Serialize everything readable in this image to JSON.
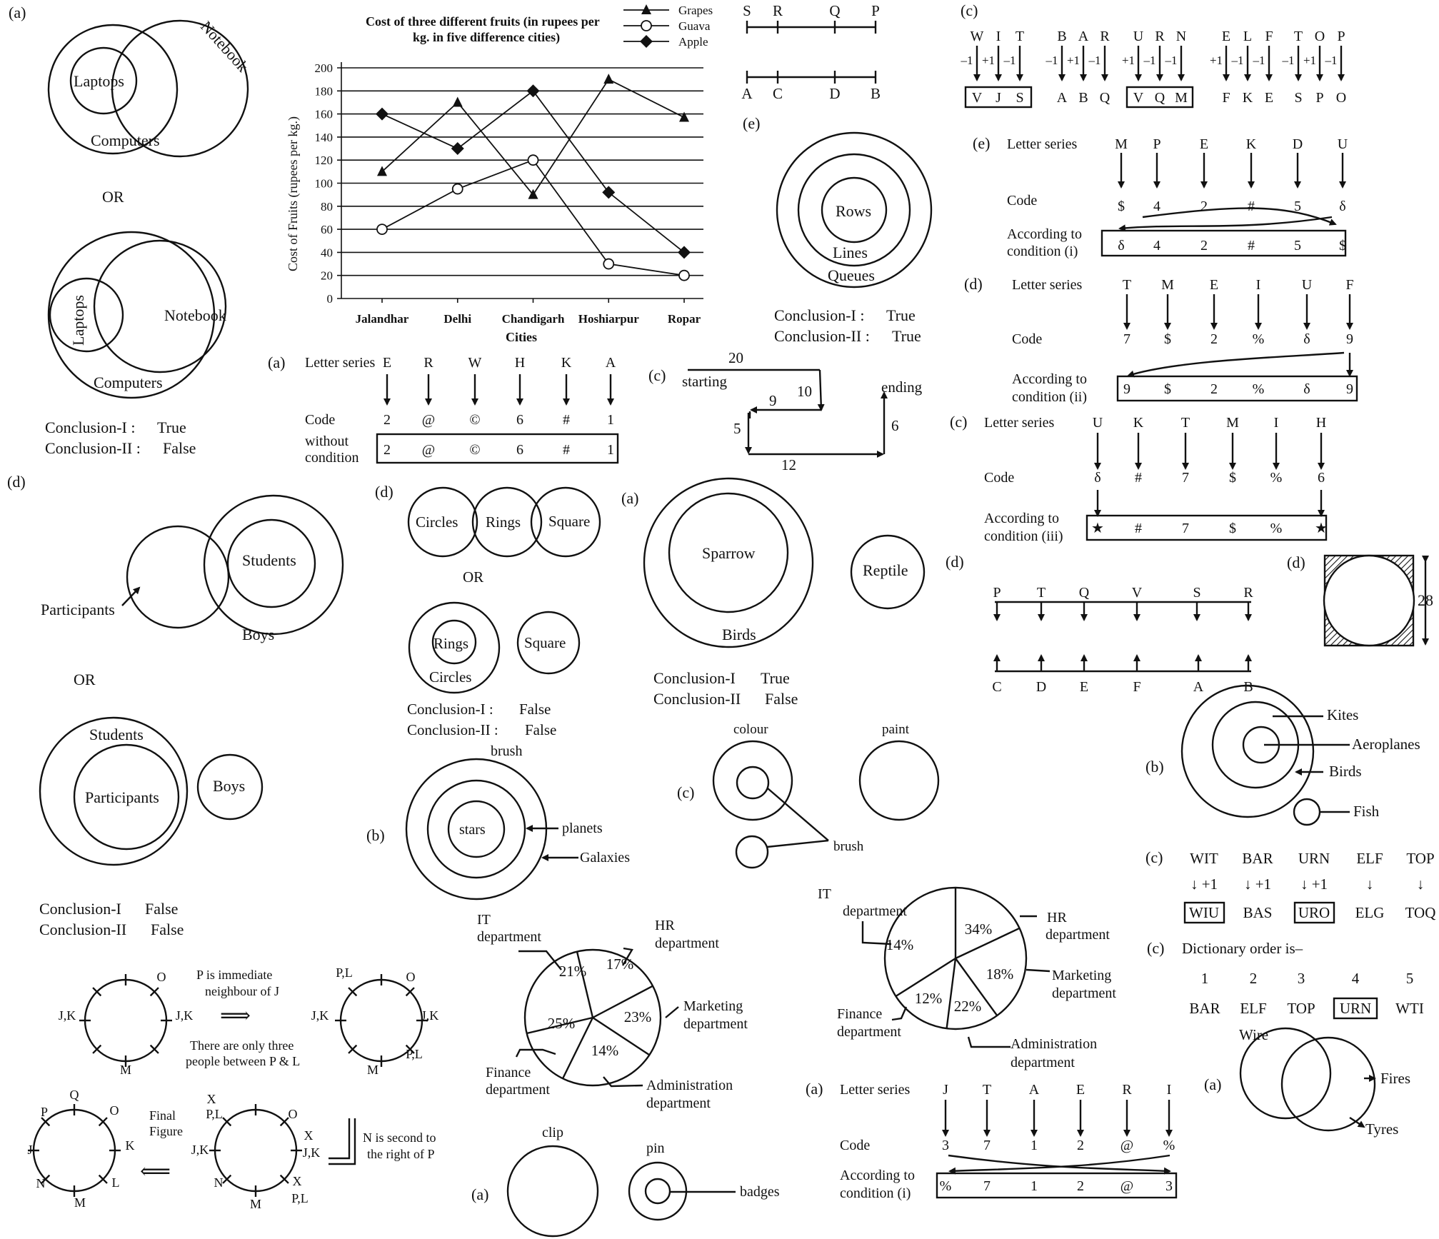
{
  "venn_a": {
    "label": "(a)",
    "notebook": "Notebook",
    "laptops": "Laptops",
    "computers": "Computers",
    "or": "OR",
    "notebook2": "Notebook",
    "laptops2": "Laptops",
    "computers2": "Computers",
    "c1": "Conclusion-I :",
    "c1v": "True",
    "c2": "Conclusion-II :",
    "c2v": "False"
  },
  "chart_title1": "Cost of three different fruits (in rupees per",
  "chart_title2": "kg. in five difference cities)",
  "chart_data": {
    "type": "line",
    "title": "Cost of three different fruits (in rupees per kg. in five difference cities)",
    "xlabel": "Cities",
    "ylabel": "Cost of Fruits (rupees per kg.)",
    "ylim": [
      0,
      200
    ],
    "yticks": [
      "0",
      "20",
      "40",
      "60",
      "80",
      "100",
      "120",
      "140",
      "160",
      "180",
      "200"
    ],
    "categories": [
      "Jalandhar",
      "Delhi",
      "Chandigarh",
      "Hoshiarpur",
      "Ropar"
    ],
    "series": [
      {
        "name": "Grapes",
        "marker": "triangle",
        "values": [
          110,
          170,
          90,
          190,
          157
        ]
      },
      {
        "name": "Guava",
        "marker": "circle",
        "values": [
          60,
          95,
          120,
          30,
          20
        ]
      },
      {
        "name": "Apple",
        "marker": "diamond",
        "values": [
          160,
          130,
          180,
          92,
          40
        ]
      }
    ]
  },
  "srqp": {
    "top": [
      "S",
      "R",
      "Q",
      "P"
    ],
    "bottom": [
      "A",
      "C",
      "D",
      "B"
    ],
    "e": "(e)"
  },
  "rows": {
    "rows": "Rows",
    "lines": "Lines",
    "queues": "Queues",
    "c1": "Conclusion-I :",
    "c1v": "True",
    "c2": "Conclusion-II :",
    "c2v": "True"
  },
  "codeA": {
    "label": "(a)",
    "series": "Letter series",
    "letters": [
      "E",
      "R",
      "W",
      "H",
      "K",
      "A"
    ],
    "code": "Code",
    "codes": [
      "2",
      "@",
      "©",
      "6",
      "#",
      "1"
    ],
    "without1": "without",
    "without2": "condition",
    "result": [
      "2",
      "@",
      "©",
      "6",
      "#",
      "1"
    ]
  },
  "path": {
    "label": "(c)",
    "n20": "20",
    "starting": "starting",
    "n10": "10",
    "ending": "ending",
    "n9": "9",
    "n5": "5",
    "n6": "6",
    "n12": "12"
  },
  "codeC": {
    "label": "(c)",
    "groups": [
      {
        "letters": [
          "W",
          "I",
          "T"
        ],
        "ops": [
          "–1",
          "+1",
          "–1"
        ],
        "res": [
          "V",
          "J",
          "S"
        ],
        "boxed": true
      },
      {
        "letters": [
          "B",
          "A",
          "R"
        ],
        "ops": [
          "–1",
          "+1",
          "–1"
        ],
        "res": [
          "A",
          "B",
          "Q"
        ],
        "boxed": false
      },
      {
        "letters": [
          "U",
          "R",
          "N"
        ],
        "ops": [
          "+1",
          "–1",
          "–1"
        ],
        "res": [
          "V",
          "Q",
          "M"
        ],
        "boxed": true
      },
      {
        "letters": [
          "E",
          "L",
          "F"
        ],
        "ops": [
          "+1",
          "–1",
          "–1"
        ],
        "res": [
          "F",
          "K",
          "E"
        ],
        "boxed": false
      },
      {
        "letters": [
          "T",
          "O",
          "P"
        ],
        "ops": [
          "–1",
          "+1",
          "–1"
        ],
        "res": [
          "S",
          "P",
          "O"
        ],
        "boxed": false
      }
    ]
  },
  "codeE": {
    "label": "(e)",
    "series": "Letter series",
    "letters": [
      "M",
      "P",
      "E",
      "K",
      "D",
      "U"
    ],
    "code": "Code",
    "codes": [
      "$",
      "4",
      "2",
      "#",
      "5",
      "δ"
    ],
    "acc1": "According to",
    "acc2": "condition (i)",
    "result": [
      "δ",
      "4",
      "2",
      "#",
      "5",
      "$"
    ]
  },
  "codeD": {
    "label": "(d)",
    "series": "Letter series",
    "letters": [
      "T",
      "M",
      "E",
      "I",
      "U",
      "F"
    ],
    "code": "Code",
    "codes": [
      "7",
      "$",
      "2",
      "%",
      "δ",
      "9"
    ],
    "acc1": "According to",
    "acc2": "condition (ii)",
    "result": [
      "9",
      "$",
      "2",
      "%",
      "δ",
      "9"
    ]
  },
  "codeC3": {
    "label": "(c)",
    "series": "Letter series",
    "letters": [
      "U",
      "K",
      "T",
      "M",
      "I",
      "H"
    ],
    "code": "Code",
    "codes": [
      "δ",
      "#",
      "7",
      "$",
      "%",
      "6"
    ],
    "acc1": "According to",
    "acc2": "condition (iii)",
    "result": [
      "★",
      "#",
      "7",
      "$",
      "%",
      "★"
    ]
  },
  "venn_d": {
    "label": "(d)",
    "students": "Students",
    "participants": "Participants",
    "boys": "Boys",
    "or": "OR",
    "students2": "Students",
    "participants2": "Participants",
    "boys2": "Boys",
    "c1": "Conclusion-I",
    "c1v": "False",
    "c2": "Conclusion-II",
    "c2v": "False"
  },
  "circles": {
    "label": "(d)",
    "circles": "Circles",
    "rings": "Rings",
    "square": "Square",
    "or": "OR",
    "rings2": "Rings",
    "circles2": "Circles",
    "square2": "Square",
    "c1": "Conclusion-I :",
    "c1v": "False",
    "c2": "Conclusion-II :",
    "c2v": "False"
  },
  "birds": {
    "label": "(a)",
    "sparrow": "Sparrow",
    "birds": "Birds",
    "reptile": "Reptile",
    "c1": "Conclusion-I",
    "c1v": "True",
    "c2": "Conclusion-II",
    "c2v": "False"
  },
  "ptq": {
    "label": "(d)",
    "top": [
      "P",
      "T",
      "Q",
      "V",
      "S",
      "R"
    ],
    "bottom": [
      "C",
      "D",
      "E",
      "F",
      "A",
      "B"
    ]
  },
  "sq": {
    "label": "(d)",
    "n": "28"
  },
  "kites": {
    "label": "(b)",
    "kites": "Kites",
    "aero": "Aeroplanes",
    "birds": "Birds",
    "fish": "Fish"
  },
  "brush": {
    "label": "(b)",
    "brush": "brush",
    "stars": "stars",
    "planets": "planets",
    "galaxies": "Galaxies"
  },
  "colour": {
    "label": "(c)",
    "colour": "colour",
    "paint": "paint",
    "brush": "brush"
  },
  "pie1": {
    "it1": "IT",
    "it2": "department",
    "hr1": "HR",
    "hr2": "department",
    "mk1": "Marketing",
    "mk2": "department",
    "fi1": "Finance",
    "fi2": "department",
    "ad1": "Administration",
    "ad2": "department",
    "p": [
      "21%",
      "17%",
      "23%",
      "14%",
      "25%"
    ]
  },
  "pie2": {
    "it1": "IT",
    "it2": "department",
    "hr1": "HR",
    "hr2": "department",
    "mk1": "Marketing",
    "mk2": "department",
    "fi1": "Finance",
    "fi2": "department",
    "ad1": "Administration",
    "ad2": "department",
    "p": [
      "34%",
      "18%",
      "22%",
      "12%",
      "14%"
    ]
  },
  "wit": {
    "label": "(c)",
    "words": [
      "WIT",
      "BAR",
      "URN",
      "ELF",
      "TOP"
    ],
    "ops": [
      "↓ +1",
      "↓ +1",
      "↓ +1",
      "↓",
      "↓"
    ],
    "res": [
      "WIU",
      "BAS",
      "URO",
      "ELG",
      "TOQ"
    ]
  },
  "dict": {
    "label": "(c)",
    "title": "Dictionary order is–",
    "nums": [
      "1",
      "2",
      "3",
      "4",
      "5"
    ],
    "words": [
      "BAR",
      "ELF",
      "TOP",
      "URN",
      "WTI"
    ]
  },
  "wire": {
    "label": "(a)",
    "wire": "Wire",
    "fires": "Fires",
    "tyres": "Tyres"
  },
  "seat": {
    "s1": [
      "O",
      "J,K",
      "J,K",
      "M"
    ],
    "arrow1a": "P is immediate",
    "arrow1b": "neighbour of J",
    "arrow2a": "There are only three",
    "arrow2b": "people between P & L",
    "s2": [
      "P,L",
      "O",
      "J,K",
      "J,K",
      "M",
      "P,L"
    ],
    "n1": "N is second to",
    "n2": "the right of P",
    "s3": [
      "X",
      "P,L",
      "O",
      "X",
      "J,K",
      "J,K",
      "N",
      "M",
      "X",
      "P,L"
    ],
    "final1": "Final",
    "final2": "Figure",
    "s4": [
      "Q",
      "O",
      "P",
      "J",
      "K",
      "N",
      "M",
      "L"
    ]
  },
  "clip": {
    "label": "(a)",
    "clip": "clip",
    "pin": "pin",
    "badges": "badges"
  },
  "codeJ": {
    "label": "(a)",
    "series": "Letter series",
    "letters": [
      "J",
      "T",
      "A",
      "E",
      "R",
      "I"
    ],
    "code": "Code",
    "codes": [
      "3",
      "7",
      "1",
      "2",
      "@",
      "%"
    ],
    "acc1": "According to",
    "acc2": "condition (i)",
    "result": [
      "%",
      "7",
      "1",
      "2",
      "@",
      "3"
    ]
  }
}
